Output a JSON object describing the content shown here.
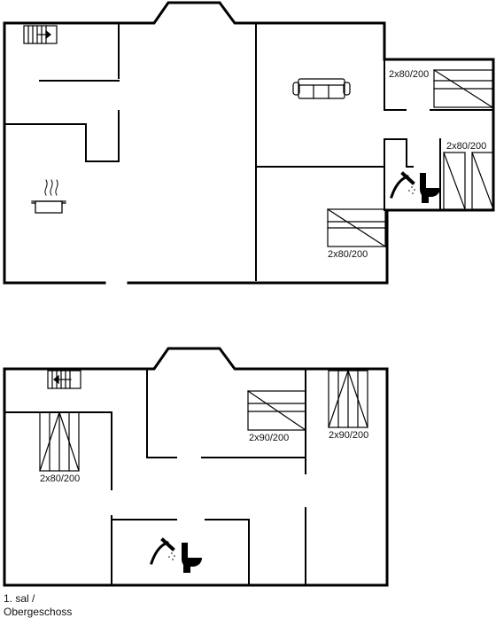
{
  "ground_floor": {
    "bed_labels": [
      "2x80/200",
      "2x80/200",
      "2x80/200"
    ]
  },
  "upper_floor": {
    "bed_labels": [
      "2x90/200",
      "2x90/200",
      "2x80/200"
    ],
    "caption_line1": "1. sal /",
    "caption_line2": "Obergeschoss"
  }
}
